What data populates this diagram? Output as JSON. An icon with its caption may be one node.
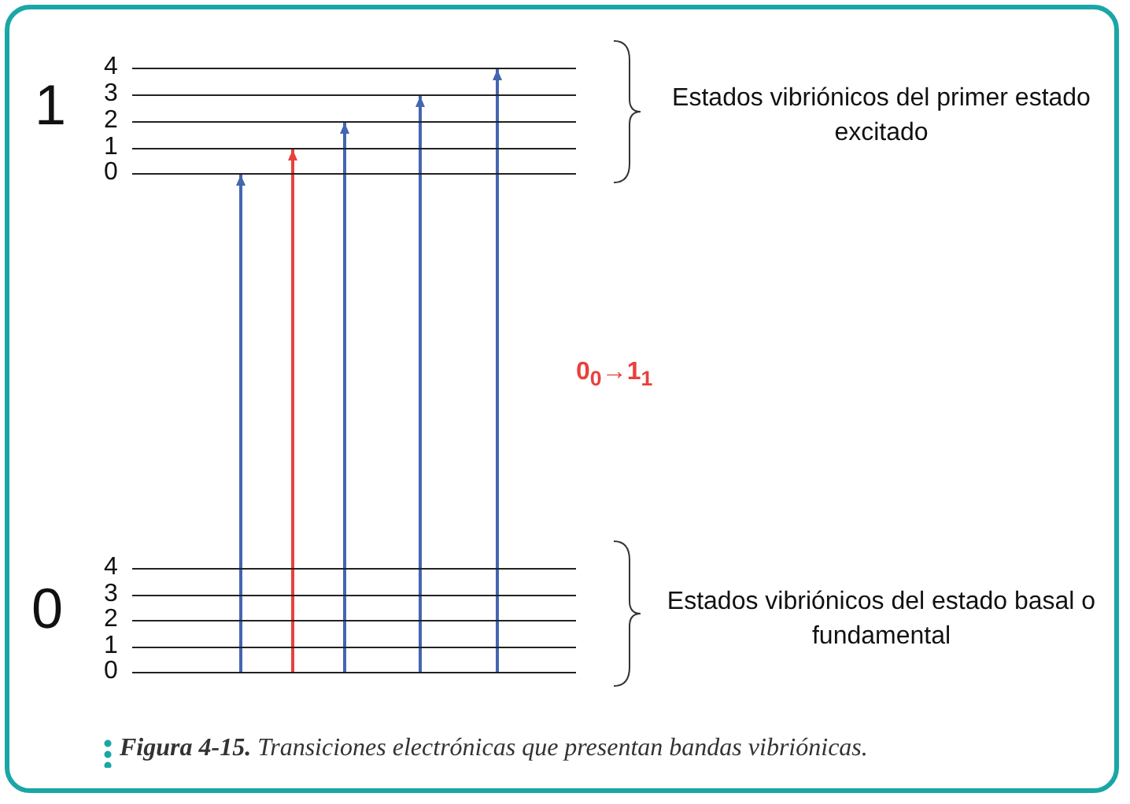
{
  "diagram": {
    "caption": "**Figura 4-15.** Transiciones electrónicas que presentan bandas vibriónicas.",
    "nodes": [
      {
        "text": [
          "4"
        ]
      },
      {
        "text": [
          "3"
        ]
      },
      {
        "text": [
          "2"
        ]
      },
      {
        "text": [
          "1"
        ]
      },
      {
        "text": [
          "0"
        ]
      },
      {
        "text": [
          "4"
        ]
      },
      {
        "text": [
          "3"
        ]
      },
      {
        "text": [
          "2"
        ]
      },
      {
        "text": [
          "1"
        ]
      },
      {
        "text": [
          "0"
        ]
      }
    ],
    "edges": [
      {
        "from": 9,
        "to": 4,
        "arrow": "to"
      },
      {
        "from": 9,
        "to": 3,
        "arrow": "to",
        "color": "#e8413c"
      },
      {
        "from": 9,
        "to": 2,
        "arrow": "to"
      },
      {
        "from": 9,
        "to": 1,
        "arrow": "to"
      },
      {
        "from": 9,
        "to": 0,
        "arrow": "to"
      }
    ],
    "labels": [
      "1",
      "Estados vibriónicos del primer estado excitado",
      "0$_{0}$→1$_{1}$",
      "0",
      "Estados vibriónicos del estado basal o fundamental"
    ]
  }
}
